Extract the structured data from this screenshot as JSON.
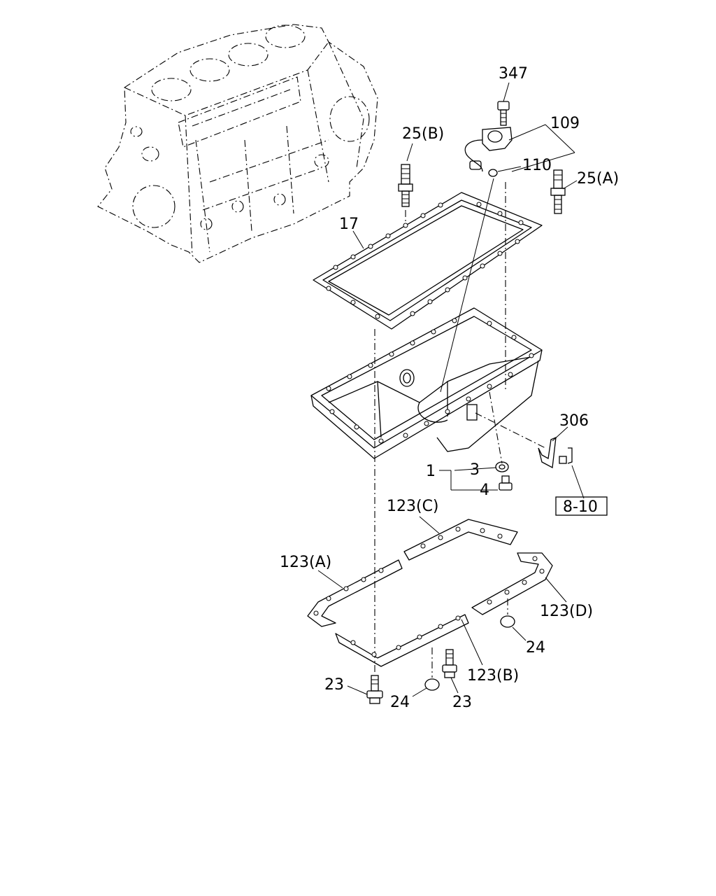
{
  "labels": {
    "p347": "347",
    "p109": "109",
    "p110": "110",
    "p25b": "25(B)",
    "p25a": "25(A)",
    "p17": "17",
    "p306": "306",
    "p1": "1",
    "p3": "3",
    "p4": "4",
    "ref": "8-10",
    "p123c": "123(C)",
    "p123a": "123(A)",
    "p123d": "123(D)",
    "p123b": "123(B)",
    "p24r": "24",
    "p23l": "23",
    "p24b": "24",
    "p23b": "23"
  }
}
